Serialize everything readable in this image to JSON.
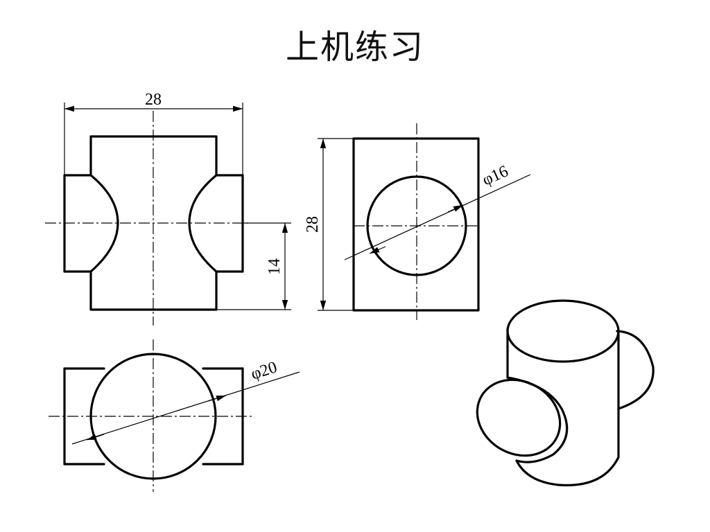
{
  "title": "上机练习",
  "dimensions": {
    "front_width": "28",
    "front_half_height": "14",
    "side_height": "28",
    "side_diameter": "φ16",
    "top_diameter": "φ20"
  }
}
